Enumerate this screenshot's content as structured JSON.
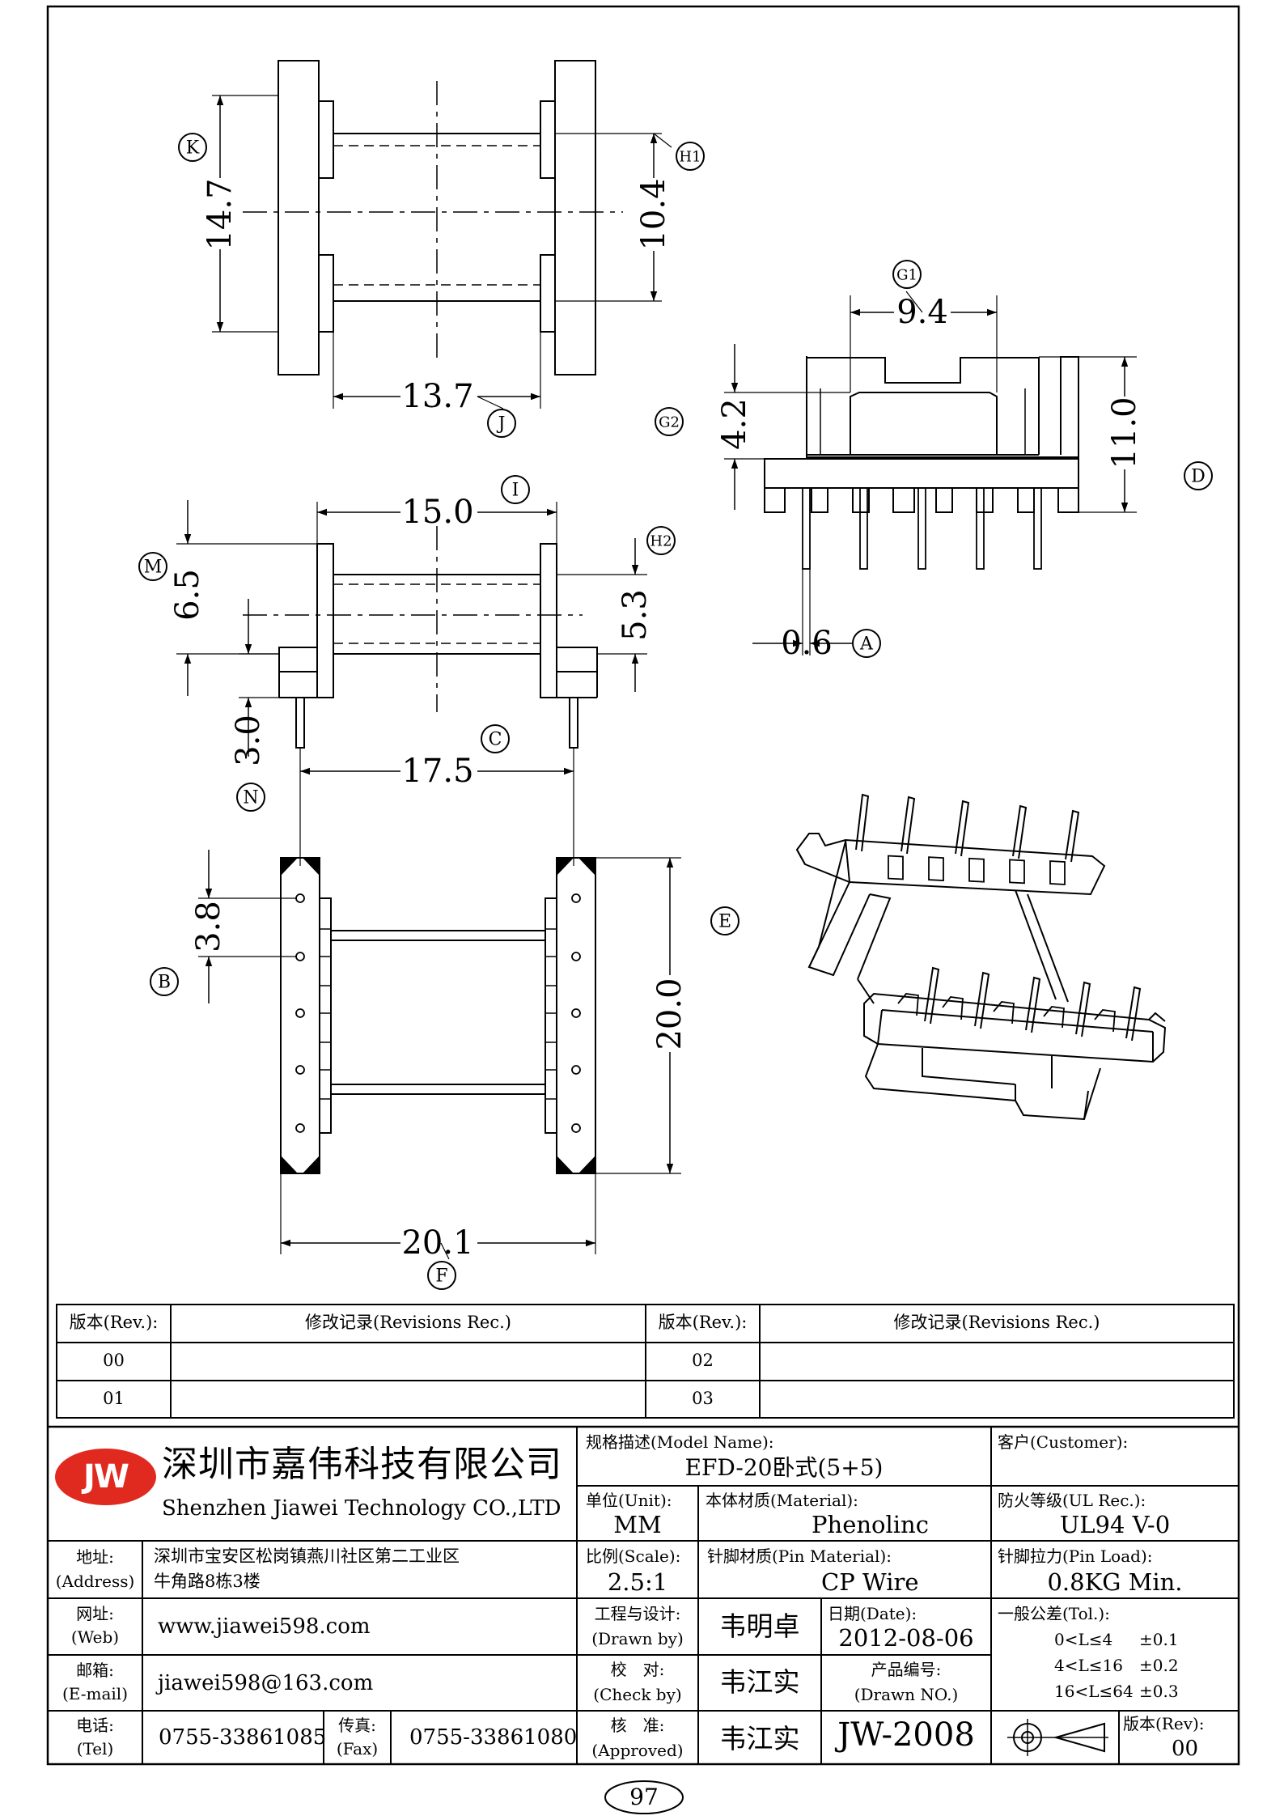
{
  "dimensions": {
    "k": "14.7",
    "h1": "10.4",
    "j": "13.7",
    "g1": "9.4",
    "g2": "4.2",
    "d": "11.0",
    "a": "0.6",
    "i": "15.0",
    "m": "6.5",
    "h2": "5.3",
    "n": "3.0",
    "c": "17.5",
    "b": "3.8",
    "e": "20.0",
    "f": "20.1"
  },
  "callouts": {
    "k": "K",
    "h1": "H1",
    "j": "J",
    "g1": "G1",
    "g2": "G2",
    "d": "D",
    "a": "A",
    "i": "I",
    "h2": "H2",
    "m": "M",
    "n": "N",
    "c": "C",
    "b": "B",
    "e": "E",
    "f": "F"
  },
  "revisions": {
    "rev_header": "版本(Rev.):",
    "rec_header": "修改记录(Revisions Rec.)",
    "left_revs": [
      "00",
      "01"
    ],
    "right_revs": [
      "02",
      "03"
    ]
  },
  "company": {
    "logo_text": "JW",
    "name_cn": "深圳市嘉伟科技有限公司",
    "name_en": "Shenzhen Jiawei Technology CO.,LTD",
    "address_label": "地址:",
    "address_label_en": "(Address)",
    "address_line1": "深圳市宝安区松岗镇燕川社区第二工业区",
    "address_line2": "牛角路8栋3楼",
    "web_label": "网址:",
    "web_label_en": "(Web)",
    "web": "www.jiawei598.com",
    "email_label": "邮箱:",
    "email_label_en": "(E-mail)",
    "email": "jiawei598@163.com",
    "tel_label": "电话:",
    "tel_label_en": "(Tel)",
    "tel": "0755-33861085",
    "fax_label": "传真:",
    "fax_label_en": "(Fax)",
    "fax": "0755-33861080"
  },
  "specs": {
    "model_label": "规格描述(Model Name):",
    "model": "EFD-20卧式(5+5)",
    "customer_label": "客户(Customer):",
    "unit_label": "单位(Unit):",
    "unit": "MM",
    "material_label": "本体材质(Material):",
    "material": "Phenolinc",
    "ul_label": "防火等级(UL Rec.):",
    "ul": "UL94 V-0",
    "scale_label": "比例(Scale):",
    "scale": "2.5:1",
    "pin_material_label": "针脚材质(Pin Material):",
    "pin_material": "CP Wire",
    "pin_load_label": "针脚拉力(Pin Load):",
    "pin_load": "0.8KG Min.",
    "drawn_label": "工程与设计:",
    "drawn_label_en": "(Drawn by)",
    "drawn_by": "韦明卓",
    "date_label": "日期(Date):",
    "date": "2012-08-06",
    "check_label": "校　对:",
    "check_label_en": "(Check by)",
    "check_by": "韦江实",
    "product_no_label": "产品编号:",
    "product_no_label_en": "(Drawn NO.)",
    "approved_label": "核　准:",
    "approved_label_en": "(Approved)",
    "approved_by": "韦江实",
    "drawing_no": "JW-2008",
    "tol_label": "一般公差(Tol.):",
    "tol_rows": [
      {
        "range": "0<L≤4",
        "tol": "±0.1"
      },
      {
        "range": "4<L≤16",
        "tol": "±0.2"
      },
      {
        "range": "16<L≤64",
        "tol": "±0.3"
      }
    ],
    "rev_label": "版本(Rev):",
    "rev": "00"
  },
  "page_number": "97"
}
